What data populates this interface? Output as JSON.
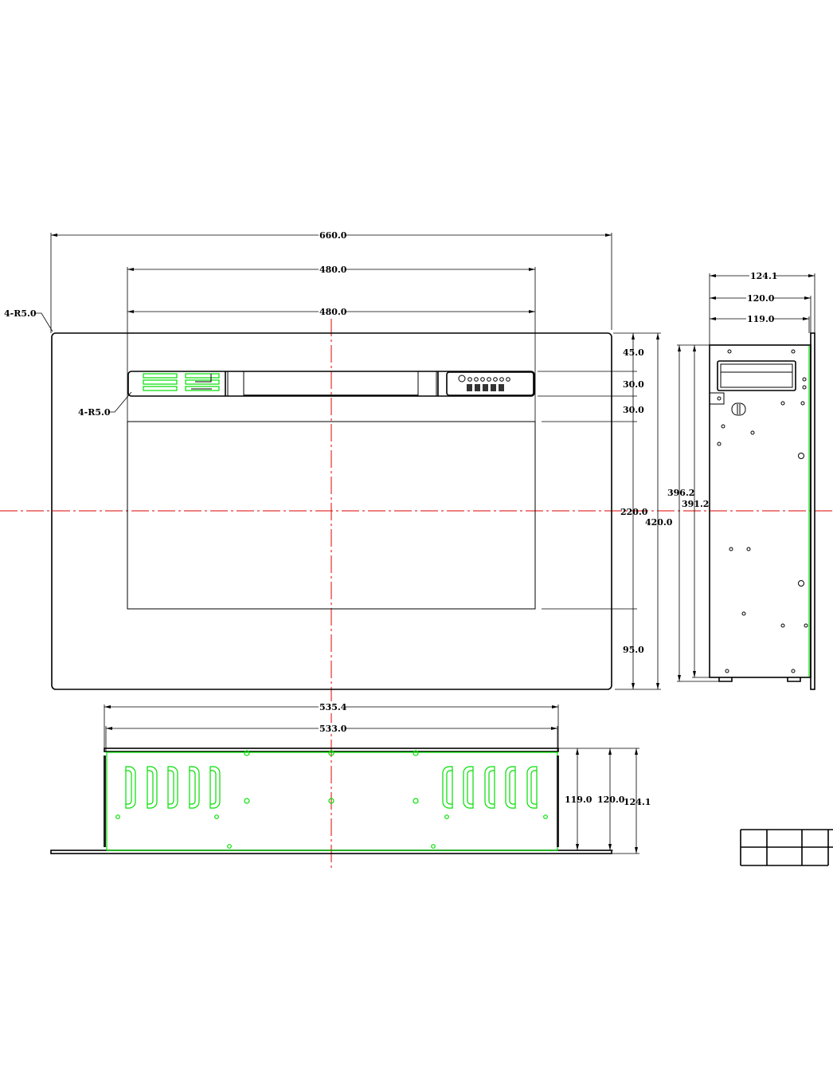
{
  "front_view": {
    "overall_width": "660.0",
    "display_width_outer": "480.0",
    "display_width_inner": "480.0",
    "corner_radius_outer": "4-R5.0",
    "corner_radius_strip": "4-R5.0",
    "top_margin": "45.0",
    "strip_height": "30.0",
    "strip_gap": "30.0",
    "screen_height": "220.0",
    "bottom_margin": "95.0",
    "overall_height": "420.0"
  },
  "side_view": {
    "panel_depth": "124.1",
    "body_depth": "120.0",
    "box_depth": "119.0",
    "body_height_outer": "396.2",
    "body_height_inner": "391.2"
  },
  "bottom_view": {
    "box_width_outer": "535.4",
    "box_width_inner": "533.0",
    "depth_a": "119.0",
    "depth_b": "120.0",
    "depth_c": "124.1"
  },
  "colors": {
    "outline": "#000000",
    "vents": "#00e000",
    "centerline": "#e00000"
  }
}
